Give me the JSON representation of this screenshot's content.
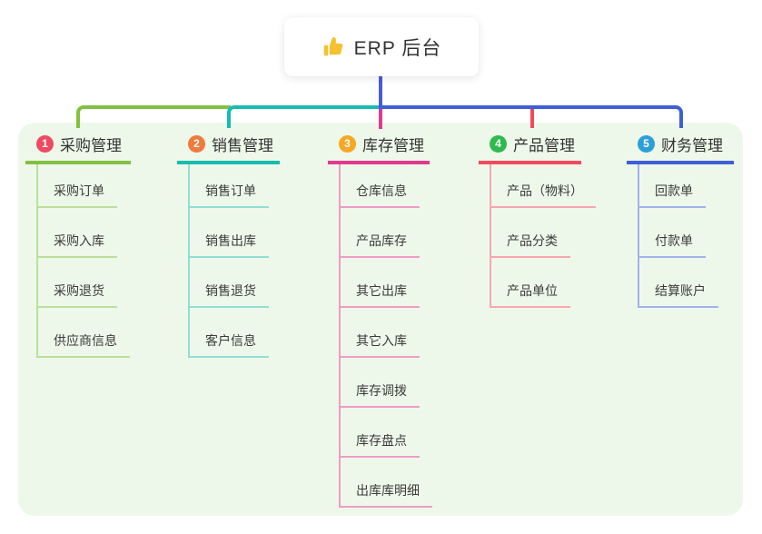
{
  "root": {
    "icon": "thumbs-up-icon",
    "title": "ERP 后台"
  },
  "colors": {
    "page_bg": "#ffffff",
    "panel_bg": "#eef8ea",
    "card_bg": "#ffffff",
    "stem": "#4b5bd3",
    "title_text": "#333333",
    "child_text": "#3b3b3b",
    "thumb_icon": "#f5c12e"
  },
  "branches": [
    {
      "badge": "1",
      "badge_color": "#ee4a62",
      "line_color": "#82c043",
      "light_line_color": "#bcdf9b",
      "label": "采购管理",
      "children": [
        "采购订单",
        "采购入库",
        "采购退货",
        "供应商信息"
      ]
    },
    {
      "badge": "2",
      "badge_color": "#f07b3d",
      "line_color": "#17bcae",
      "light_line_color": "#8fdfd6",
      "label": "销售管理",
      "children": [
        "销售订单",
        "销售出库",
        "销售退货",
        "客户信息"
      ]
    },
    {
      "badge": "3",
      "badge_color": "#f6a723",
      "line_color": "#e2398f",
      "light_line_color": "#f09cc7",
      "label": "库存管理",
      "children": [
        "仓库信息",
        "产品库存",
        "其它出库",
        "其它入库",
        "库存调拨",
        "库存盘点",
        "出库库明细"
      ]
    },
    {
      "badge": "4",
      "badge_color": "#2eba50",
      "line_color": "#f2495c",
      "light_line_color": "#f8a7ae",
      "label": "产品管理",
      "children": [
        "产品（物料）",
        "产品分类",
        "产品单位"
      ]
    },
    {
      "badge": "5",
      "badge_color": "#2c9fd8",
      "line_color": "#3e5fd7",
      "light_line_color": "#a2b2ea",
      "label": "财务管理",
      "children": [
        "回款单",
        "付款单",
        "结算账户"
      ]
    }
  ]
}
